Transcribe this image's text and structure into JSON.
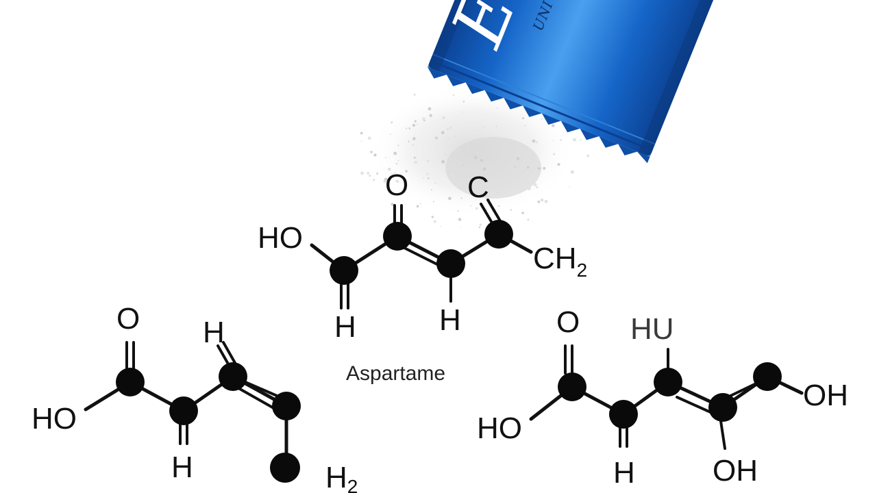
{
  "packet": {
    "brand": "Equa",
    "subtext": "UNIVERSAL"
  },
  "caption": "Aspartame",
  "molecules": {
    "top": {
      "ho": "HO",
      "o": "O",
      "c": "C",
      "ch": "CH",
      "sub": "2",
      "h1": "H",
      "h2": "H"
    },
    "left": {
      "o": "O",
      "h_top": "H",
      "ho": "HO",
      "h_bottom": "H",
      "h2": "H",
      "sub": "2"
    },
    "right": {
      "o": "O",
      "hu": "HU",
      "oh_right": "OH",
      "ho": "HO",
      "h_bottom": "H",
      "oh_bottom": "OH"
    }
  },
  "colors": {
    "packet_blue": "#1565c8",
    "packet_light": "#3b8fe3",
    "packet_dark": "#0b3f8f",
    "ink": "#111111",
    "powder": "#e8e8e8",
    "background": "#ffffff"
  }
}
